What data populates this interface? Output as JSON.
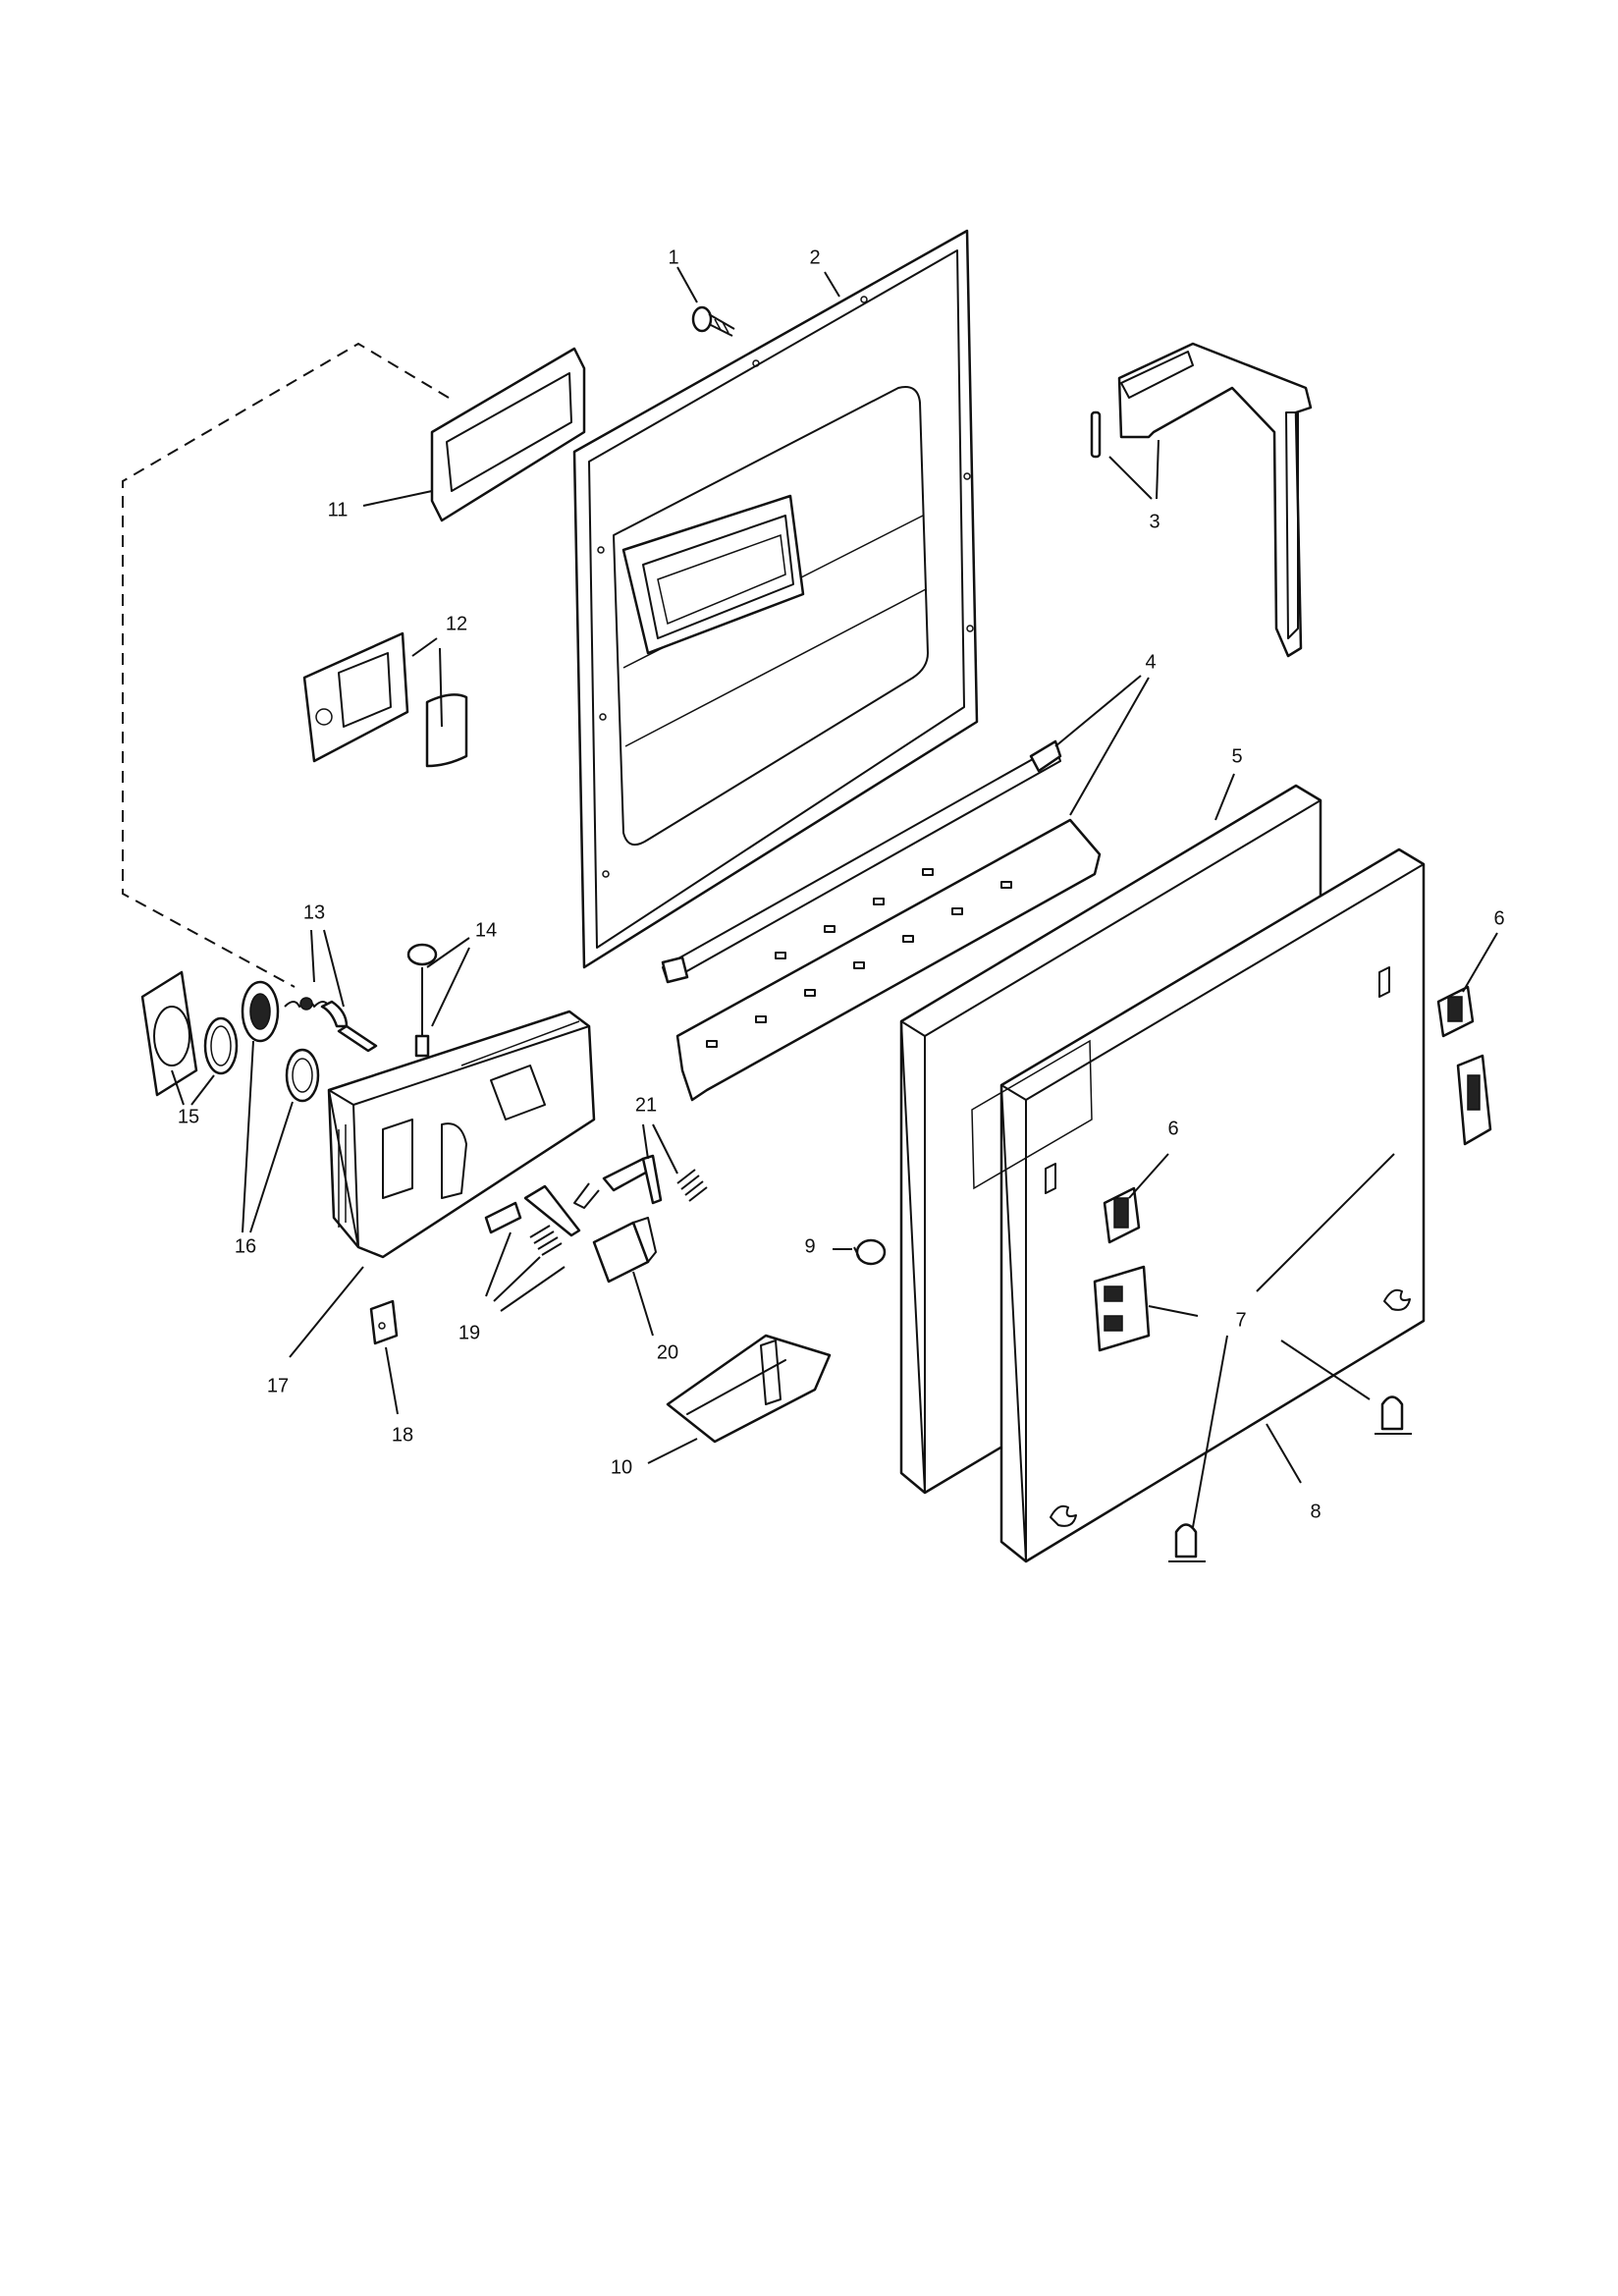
{
  "callouts": {
    "c1": "1",
    "c2": "2",
    "c3": "3",
    "c4": "4",
    "c5": "5",
    "c6a": "6",
    "c6b": "6",
    "c7": "7",
    "c8": "8",
    "c9": "9",
    "c10": "10",
    "c11": "11",
    "c12": "12",
    "c13": "13",
    "c14": "14",
    "c15": "15",
    "c16": "16",
    "c17": "17",
    "c18": "18",
    "c19": "19",
    "c20": "20",
    "c21": "21"
  }
}
